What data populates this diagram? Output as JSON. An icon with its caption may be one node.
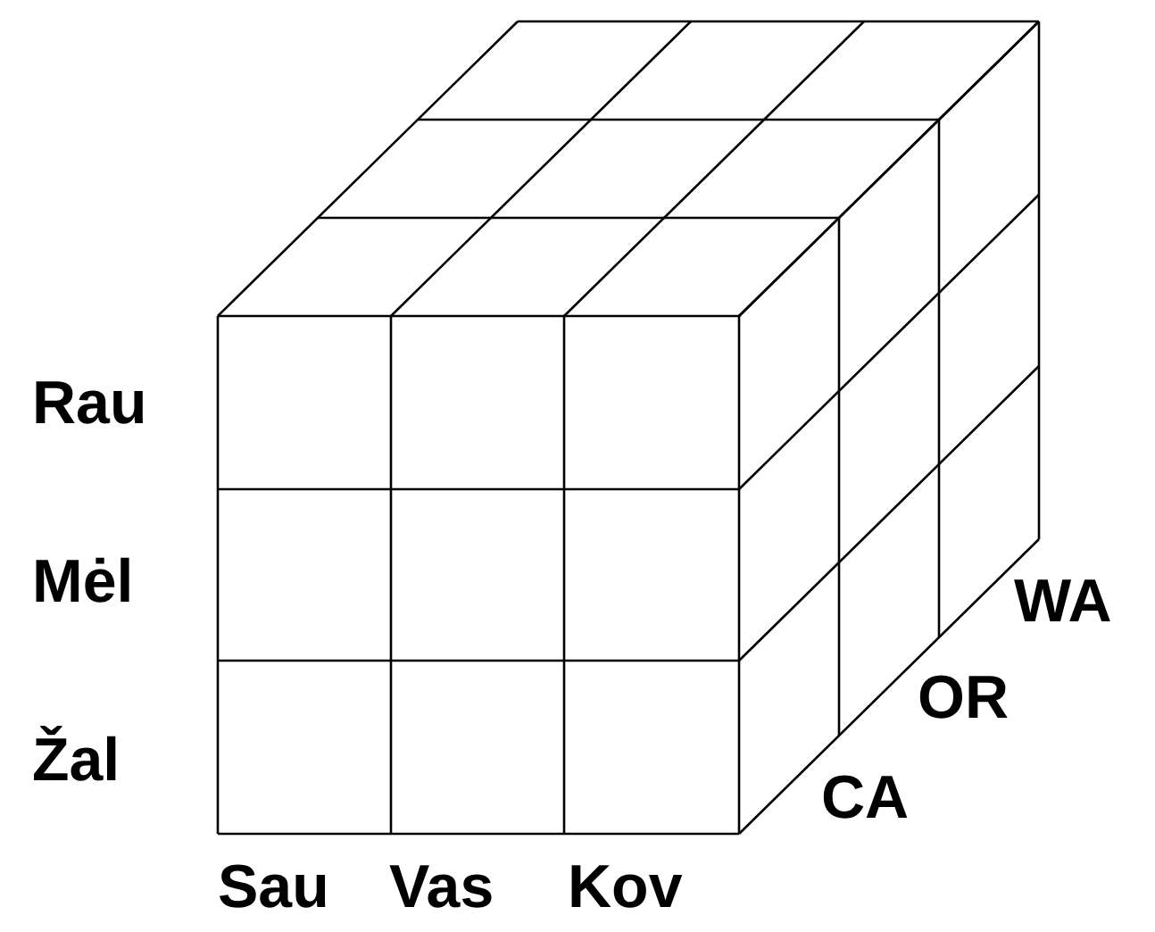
{
  "diagram": {
    "labels": [
      "Rau",
      "Mėl",
      "WA",
      "OR",
      "Žal",
      "CA",
      "Sau",
      "Vas",
      "Kov"
    ]
  }
}
